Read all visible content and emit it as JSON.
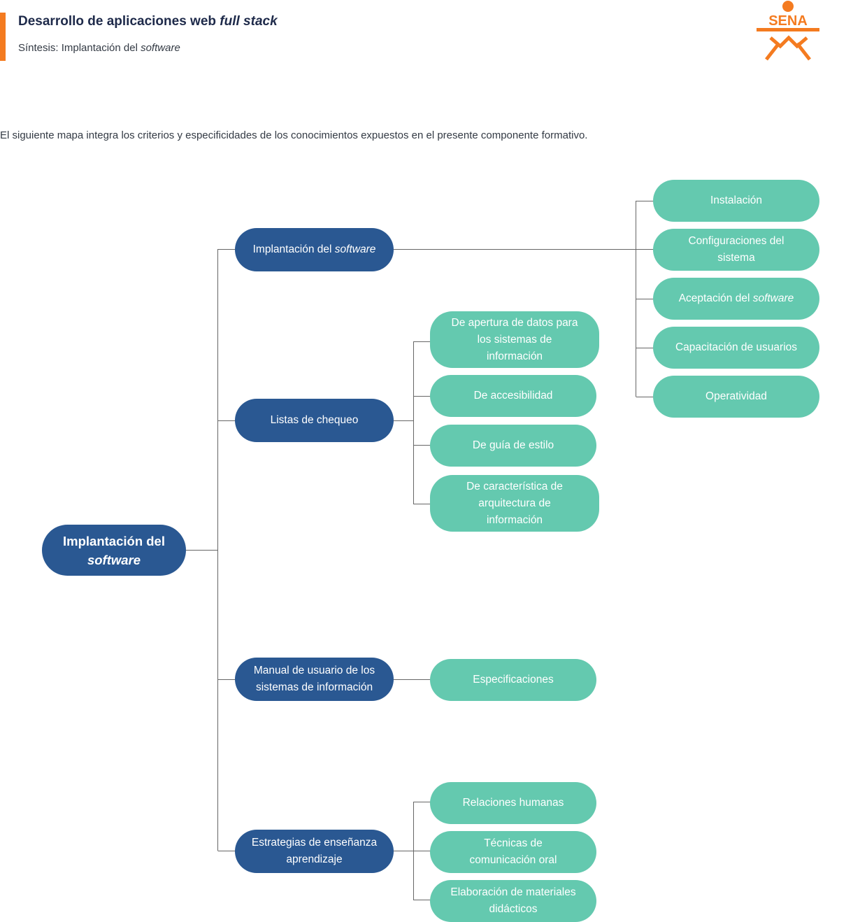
{
  "header": {
    "title_main": "Desarrollo de aplicaciones web ",
    "title_em": "full stack",
    "subtitle_main": "Síntesis: Implantación del ",
    "subtitle_em": "software",
    "logo_text": "SENA"
  },
  "intro": "El siguiente mapa integra los criterios y especificidades de los conocimientos expuestos en el presente componente formativo.",
  "colors": {
    "accent": "#f47b20",
    "dark_node": "#2a5892",
    "light_node": "#64c9af",
    "connector": "#666666"
  },
  "diagram": {
    "root": {
      "main": "Implantación del",
      "em": "software"
    },
    "branches": [
      {
        "main": "Implantación del ",
        "em": "software",
        "children": [
          {
            "text": "Instalación"
          },
          {
            "text": "Configuraciones del sistema"
          },
          {
            "main": "Aceptación del ",
            "em": "software"
          },
          {
            "text": "Capacitación de usuarios"
          },
          {
            "text": "Operatividad"
          }
        ]
      },
      {
        "text": "Listas de chequeo",
        "children": [
          {
            "text": "De apertura de datos para los sistemas de información"
          },
          {
            "text": "De accesibilidad"
          },
          {
            "text": "De guía de estilo"
          },
          {
            "text": "De característica de arquitectura de información"
          }
        ]
      },
      {
        "text": "Manual de usuario de los sistemas de información",
        "children": [
          {
            "text": "Especificaciones"
          }
        ]
      },
      {
        "text": "Estrategias de enseñanza aprendizaje",
        "children": [
          {
            "text": "Relaciones humanas"
          },
          {
            "text": "Técnicas de comunicación oral"
          },
          {
            "text": "Elaboración de materiales didácticos"
          }
        ]
      }
    ]
  }
}
